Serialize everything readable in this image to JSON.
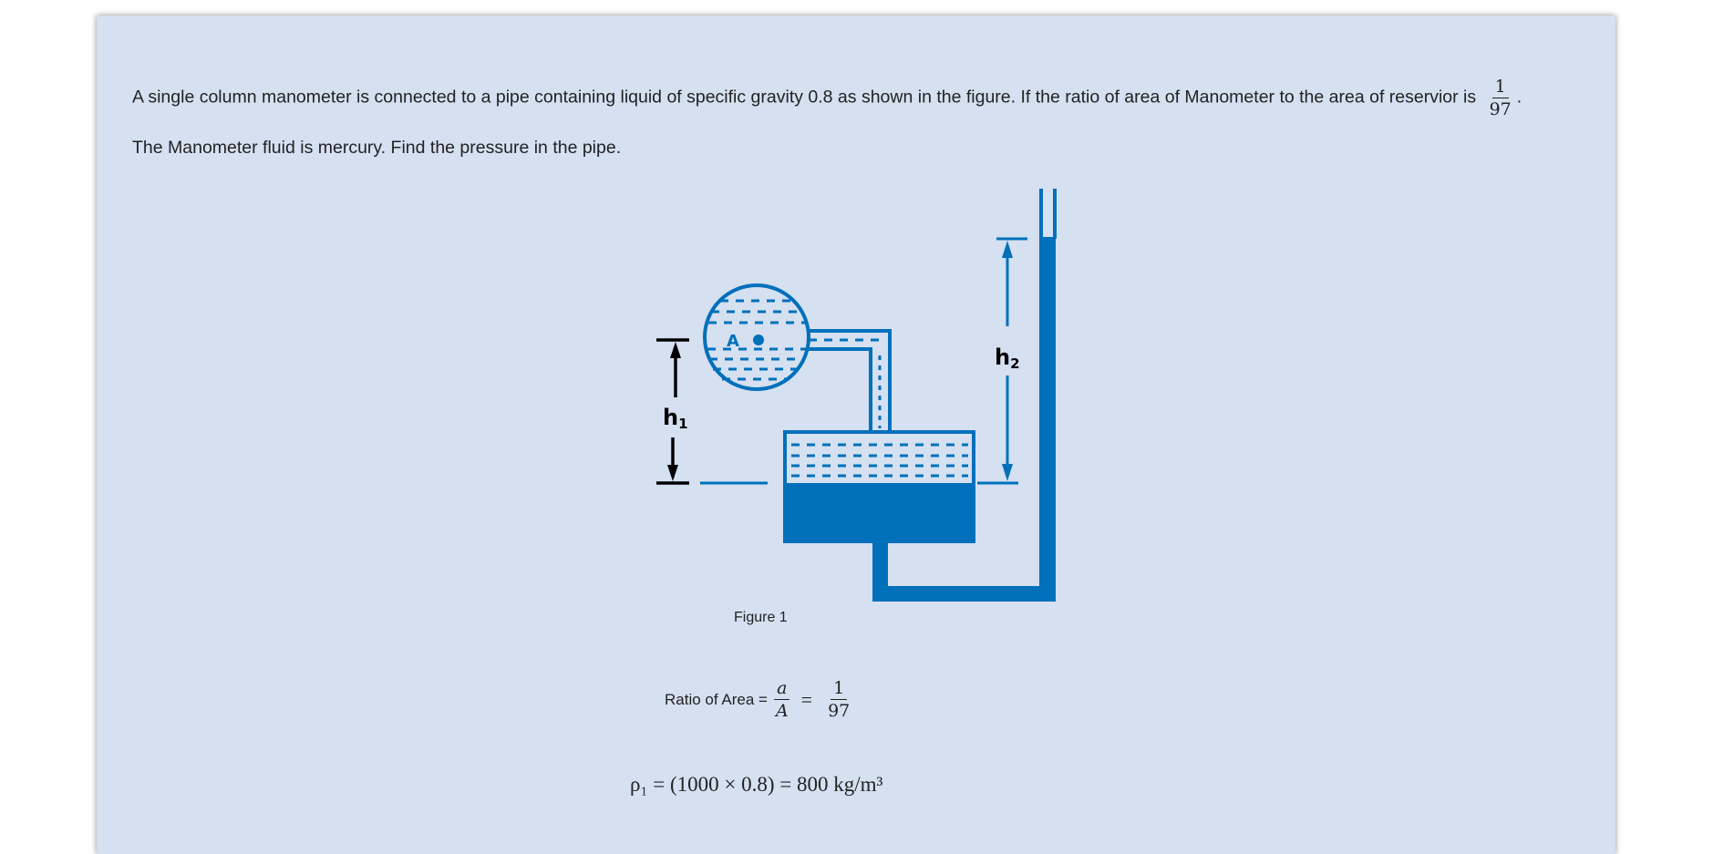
{
  "question": {
    "line1": "A single column manometer is connected to a pipe containing liquid of specific gravity 0.8 as shown in the figure. If the ratio of area of Manometer to the area of reservior is",
    "fraction_num": "1",
    "fraction_den": "97",
    "line1_end": ".",
    "line2": "The Manometer fluid is mercury. Find the pressure in the pipe."
  },
  "figure": {
    "label_a": "A",
    "label_h1": "h",
    "label_h1_sub": "1",
    "label_h2": "h",
    "label_h2_sub": "2",
    "caption": "Figure 1",
    "color": "#0070bb"
  },
  "solution": {
    "ratio_label": "Ratio of Area =",
    "ratio_num": "a",
    "ratio_den": "A",
    "equals": "=",
    "ratio_val_num": "1",
    "ratio_val_den": "97",
    "rho_eq": "ρ₁ = (1000 × 0.8) = 800 kg/m³"
  }
}
